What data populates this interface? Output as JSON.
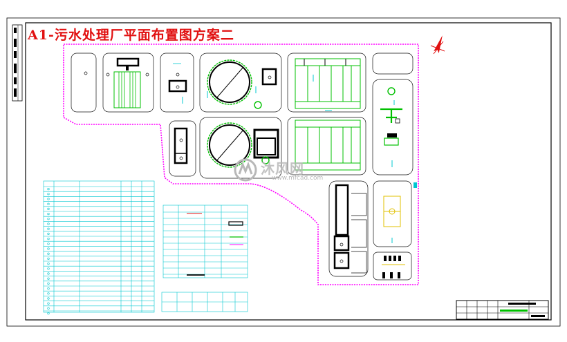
{
  "drawing": {
    "title": "A1-污水处理厂平面布置图方案二",
    "watermark": {
      "brand": "沐风网",
      "url": "www.mfcad.com"
    },
    "colors": {
      "frame": "#000000",
      "boundary": "#ff00ff",
      "roads": "#000000",
      "tanks": "#00c000",
      "buildings": "#000000",
      "tables": "#00c8d0",
      "accent": "#ff0000",
      "yellow": "#e0c000"
    },
    "icons": [
      "north-arrow-icon",
      "watermark-logo-icon"
    ]
  }
}
